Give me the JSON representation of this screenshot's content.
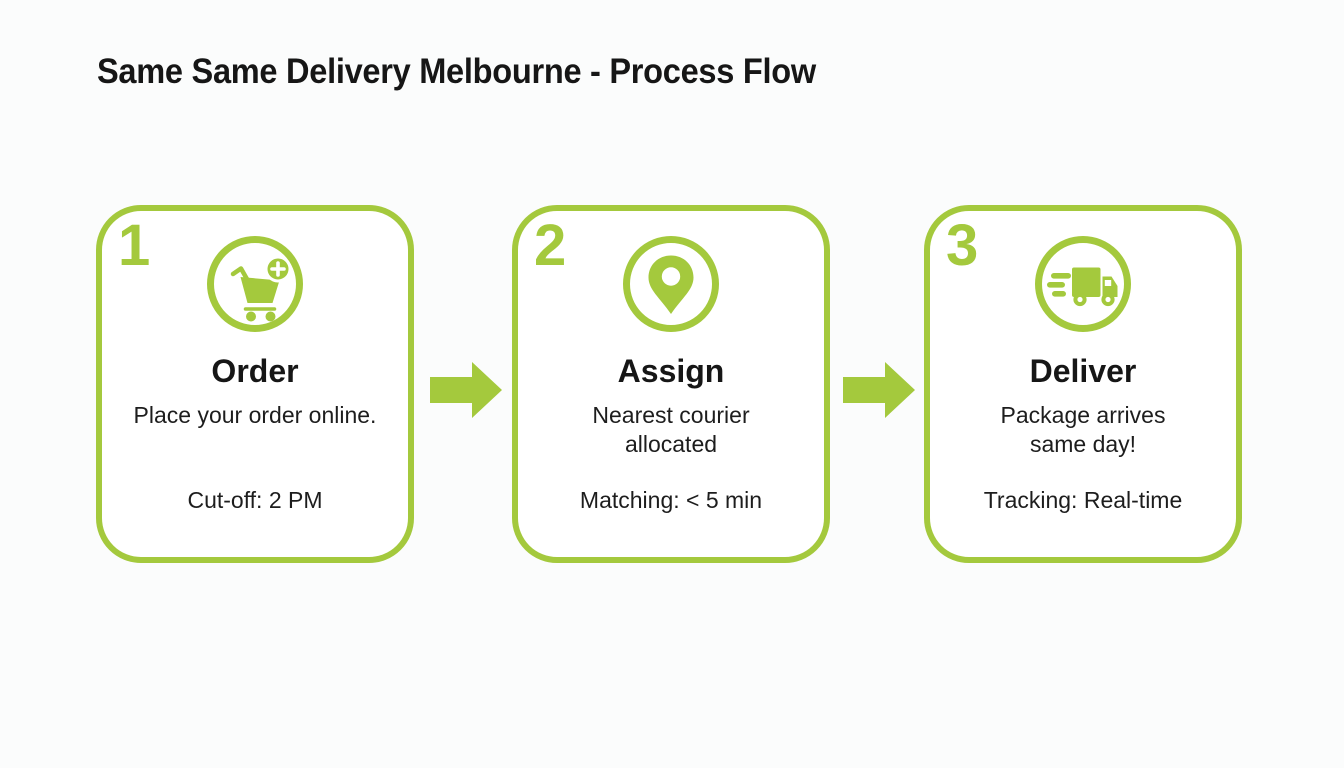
{
  "page": {
    "title": "Same Same Delivery Melbourne - Process Flow",
    "colors": {
      "accent_green": "#a4c93d",
      "background": "#fbfcfc",
      "card_background": "#ffffff",
      "text": "#161616"
    }
  },
  "steps": [
    {
      "number": "1",
      "icon": "cart-plus-icon",
      "title": "Order",
      "description": "Place your order online.",
      "detail": "Cut-off: 2 PM"
    },
    {
      "number": "2",
      "icon": "map-pin-icon",
      "title": "Assign",
      "description": "Nearest courier\nallocated",
      "detail": "Matching: < 5 min"
    },
    {
      "number": "3",
      "icon": "delivery-truck-icon",
      "title": "Deliver",
      "description": "Package arrives\nsame day!",
      "detail": "Tracking: Real-time"
    }
  ],
  "arrows": [
    "right-arrow",
    "right-arrow"
  ]
}
